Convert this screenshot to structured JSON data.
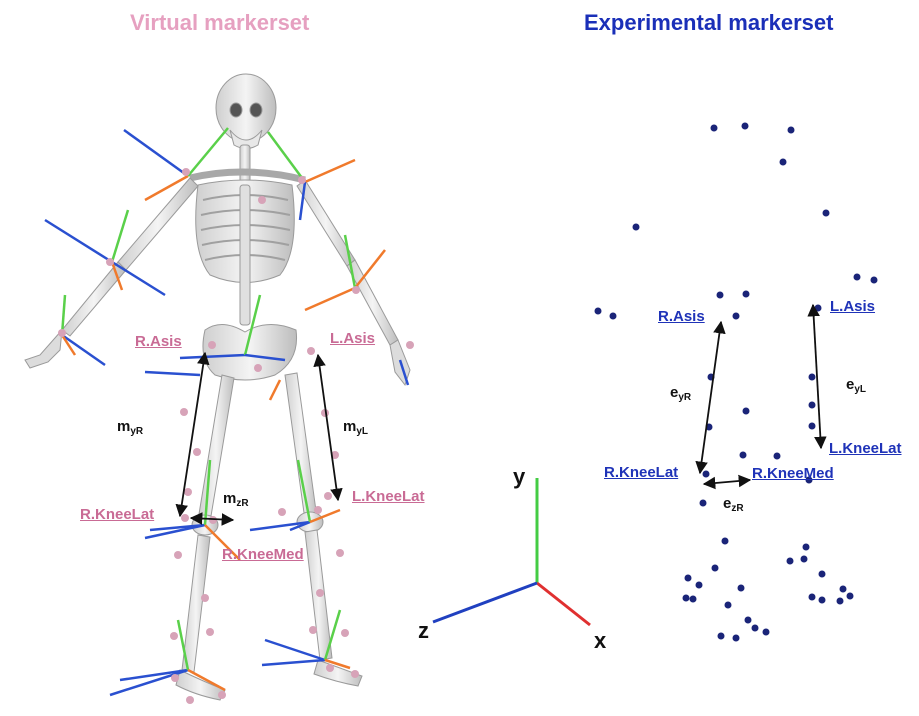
{
  "titles": {
    "virtual": "Virtual markerset",
    "experimental": "Experimental markerset"
  },
  "colors": {
    "virtual_title": "#e6a0c0",
    "experimental_title": "#1a2fb8",
    "virtual_label": "#c96b95",
    "experimental_label": "#1f33b8",
    "marker_virtual": "#d7a3b8",
    "marker_experimental": "#1a2478",
    "axis_x": "#e03030",
    "axis_y": "#44cc44",
    "axis_z": "#2040c0",
    "frame_orange": "#f07a2c"
  },
  "virtual": {
    "labels": {
      "r_asis": "R.Asis",
      "l_asis": "L.Asis",
      "r_kneelat": "R.KneeLat",
      "l_kneelat": "L.KneeLat",
      "r_kneemed": "R.KneeMed"
    },
    "measures": {
      "myR": {
        "base": "m",
        "sub": "yR"
      },
      "myL": {
        "base": "m",
        "sub": "yL"
      },
      "mzR": {
        "base": "m",
        "sub": "zR"
      }
    }
  },
  "experimental": {
    "labels": {
      "r_asis": "R.Asis",
      "l_asis": "L.Asis",
      "r_kneelat": "R.KneeLat",
      "l_kneelat": "L.KneeLat",
      "r_kneemed": "R.KneeMed"
    },
    "measures": {
      "eyR": {
        "base": "e",
        "sub": "yR"
      },
      "eyL": {
        "base": "e",
        "sub": "yL"
      },
      "ezR": {
        "base": "e",
        "sub": "zR"
      }
    }
  },
  "axes": {
    "x": "x",
    "y": "y",
    "z": "z"
  }
}
